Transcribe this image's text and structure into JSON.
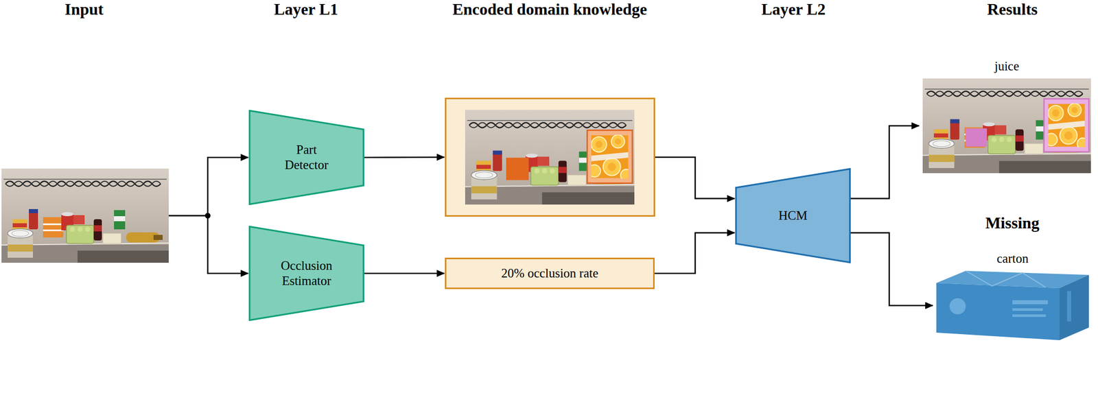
{
  "diagram": {
    "nodes": [
      {
        "text": []
      },
      {
        "text": [
          "Part Detector"
        ]
      },
      {
        "text": [
          "Occlusion Estimator"
        ]
      },
      {
        "text": []
      },
      {
        "text": [
          "20% occlusion rate"
        ]
      },
      {
        "text": [
          "HCM"
        ]
      },
      {
        "text": [
          "juice"
        ]
      },
      {
        "text": [
          "carton"
        ]
      }
    ],
    "edges": [
      {
        "from": 0,
        "to": 1,
        "arrow": "to"
      },
      {
        "from": 0,
        "to": 2,
        "arrow": "to"
      },
      {
        "from": 1,
        "to": 3,
        "arrow": "to"
      },
      {
        "from": 2,
        "to": 4,
        "arrow": "to"
      },
      {
        "from": 3,
        "to": 5,
        "arrow": "to"
      },
      {
        "from": 4,
        "to": 5,
        "arrow": "to"
      },
      {
        "from": 5,
        "to": 6,
        "arrow": "to"
      },
      {
        "from": 5,
        "to": 7,
        "arrow": "to"
      }
    ],
    "labels": [
      "Input",
      "Layer L1",
      "Encoded domain knowledge",
      "Layer L2",
      "Results",
      "Missing"
    ]
  }
}
